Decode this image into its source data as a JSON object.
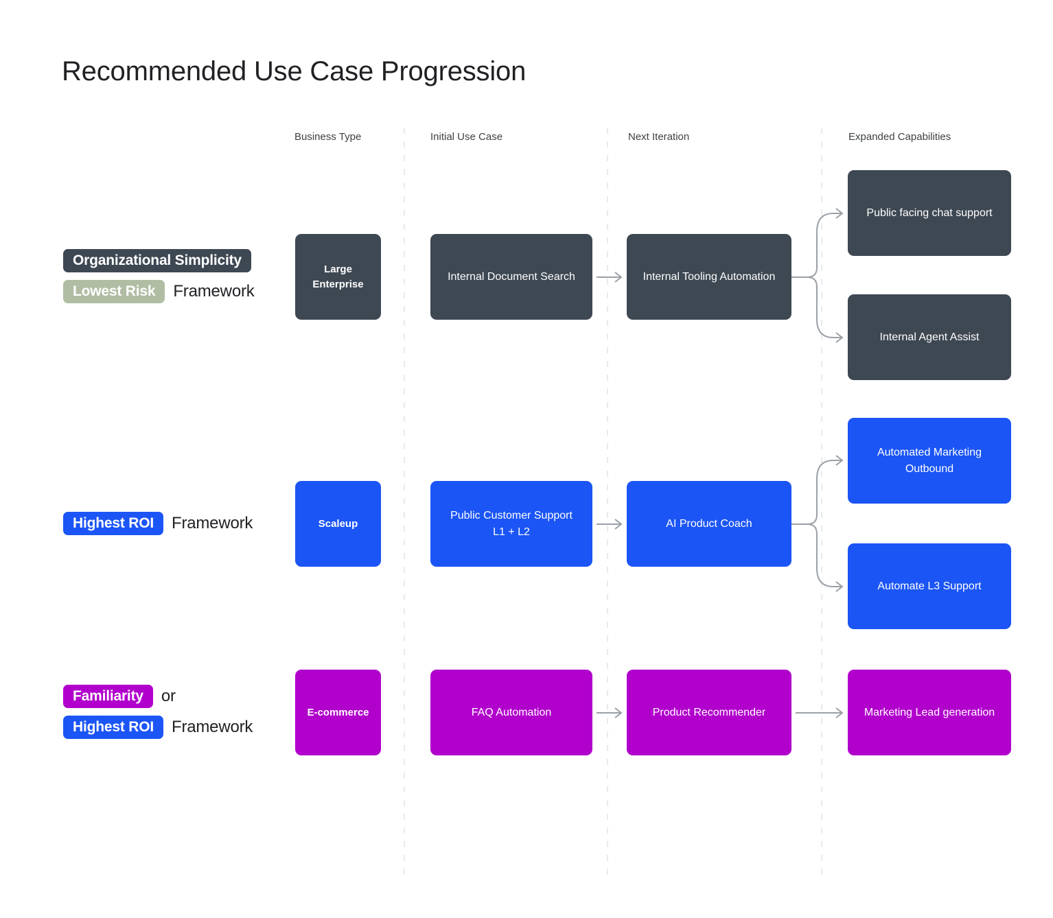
{
  "title": "Recommended Use Case Progression",
  "colors": {
    "dark": "#3E4853",
    "sage": "#B0BDA3",
    "blue": "#1B55F5",
    "magenta": "#B100CC",
    "connector": "#9AA0A6",
    "divider": "#E9EAEC",
    "text": "#202124"
  },
  "columns": [
    {
      "label": "Business Type"
    },
    {
      "label": "Initial Use Case"
    },
    {
      "label": "Next Iteration"
    },
    {
      "label": "Expanded Capabilities"
    }
  ],
  "rows": [
    {
      "framework": {
        "pills": [
          {
            "text": "Organizational Simplicity",
            "style": "dark"
          },
          {
            "text": "Lowest Risk",
            "style": "sage"
          }
        ],
        "suffix": "Framework",
        "connector": ""
      },
      "business_type": "Large\nEnterprise",
      "business_type_line1": "Large",
      "business_type_line2": "Enterprise",
      "initial_use_case": "Internal Document Search",
      "next_iteration": "Internal Tooling Automation",
      "expanded": [
        "Public facing chat support",
        "Internal Agent Assist"
      ],
      "style": "dark",
      "branching": true
    },
    {
      "framework": {
        "pills": [
          {
            "text": "Highest ROI",
            "style": "blue"
          }
        ],
        "suffix": "Framework",
        "connector": ""
      },
      "business_type": "Scaleup",
      "business_type_line1": "Scaleup",
      "business_type_line2": "",
      "initial_use_case_line1": "Public Customer Support",
      "initial_use_case_line2": "L1 + L2",
      "next_iteration": "AI Product Coach",
      "expanded": [
        "Automated Marketing Outbound",
        "Automate L3 Support"
      ],
      "expanded_0_line1": "Automated Marketing",
      "expanded_0_line2": "Outbound",
      "style": "blue",
      "branching": true
    },
    {
      "framework": {
        "pills": [
          {
            "text": "Familiarity",
            "style": "magenta"
          },
          {
            "text": "Highest ROI",
            "style": "blue"
          }
        ],
        "suffix": "Framework",
        "connector": "or"
      },
      "business_type": "E-commerce",
      "business_type_line1": "E-commerce",
      "business_type_line2": "",
      "initial_use_case": "FAQ Automation",
      "next_iteration": "Product Recommender",
      "expanded": [
        "Marketing Lead generation"
      ],
      "style": "magenta",
      "branching": false
    }
  ]
}
